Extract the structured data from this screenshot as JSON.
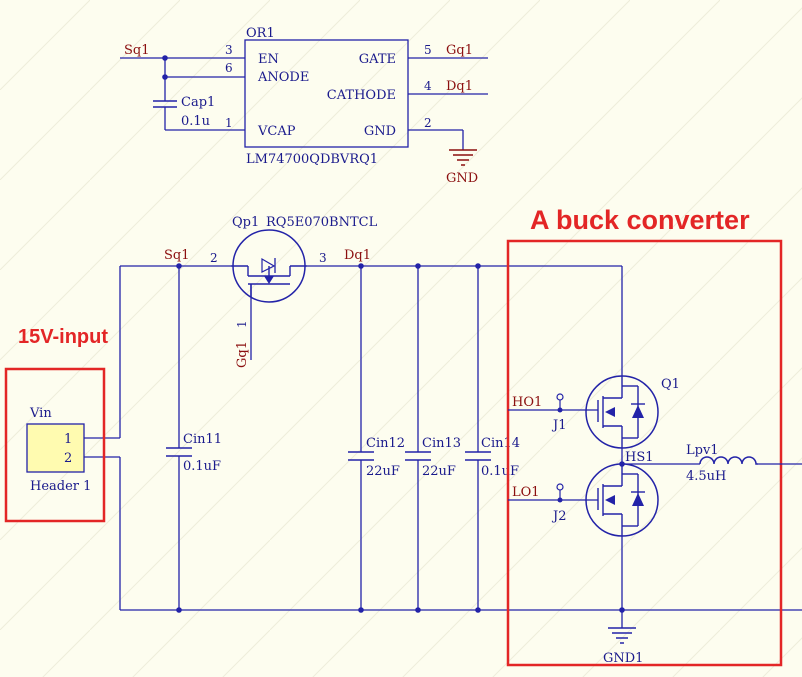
{
  "colors": {
    "background": "#fdfdef",
    "wire": "#2323a8",
    "net_label": "#8b0f0f",
    "text": "#1a1a8c",
    "annotation": "#e32626",
    "component_fill": "#fffbb0"
  },
  "or1": {
    "designator": "OR1",
    "part": "LM74700QDBVRQ1",
    "pins": {
      "en": "EN",
      "anode": "ANODE",
      "vcap": "VCAP",
      "gate": "GATE",
      "cathode": "CATHODE",
      "gnd": "GND"
    },
    "pin_numbers": {
      "en": "3",
      "anode": "6",
      "vcap": "1",
      "gate": "5",
      "cathode": "4",
      "gnd": "2"
    },
    "nets": {
      "left": "Sq1",
      "gate": "Gq1",
      "cathode": "Dq1",
      "gnd": "GND"
    }
  },
  "cap1": {
    "name": "Cap1",
    "value": "0.1u"
  },
  "qp1": {
    "name": "Qp1",
    "part": "RQ5E070BNTCL",
    "pins": {
      "source": "2",
      "drain": "3",
      "gate": "1"
    },
    "nets": {
      "source": "Sq1",
      "drain": "Dq1",
      "gate": "Gq1"
    }
  },
  "input": {
    "label": "15V-input",
    "connector_name": "Vin",
    "connector_part": "Header 1",
    "pin1": "1",
    "pin2": "2"
  },
  "caps": [
    {
      "name": "Cin11",
      "value": "0.1uF"
    },
    {
      "name": "Cin12",
      "value": "22uF"
    },
    {
      "name": "Cin13",
      "value": "22uF"
    },
    {
      "name": "Cin14",
      "value": "0.1uF"
    }
  ],
  "buck": {
    "label": "A buck converter",
    "q1": "Q1",
    "j1": "J1",
    "j2": "J2",
    "ho": "HO1",
    "lo": "LO1",
    "switch_node": "HS1",
    "inductor_name": "Lpv1",
    "inductor_value": "4.5uH",
    "gnd": "GND1"
  }
}
